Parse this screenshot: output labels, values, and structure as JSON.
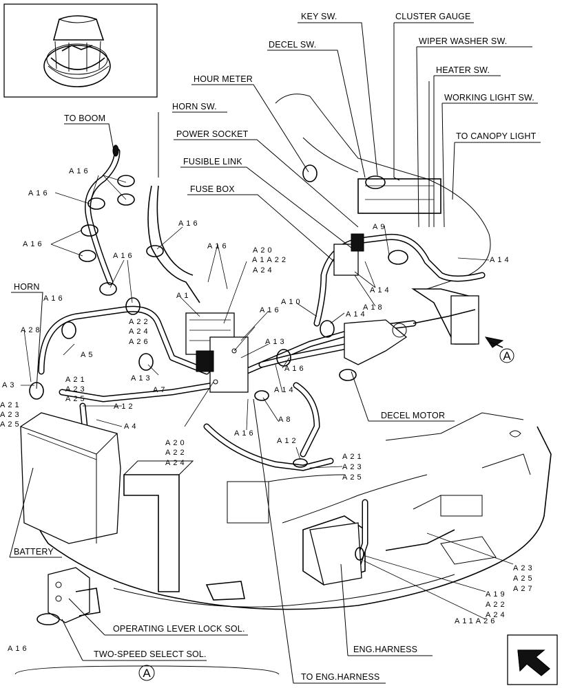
{
  "callouts": {
    "key_sw": "KEY SW.",
    "cluster_gauge": "CLUSTER GAUGE",
    "decel_sw": "DECEL SW.",
    "wiper_washer_sw": "WIPER WASHER SW.",
    "heater_sw": "HEATER SW.",
    "hour_meter": "HOUR METER",
    "working_light_sw": "WORKING LIGHT SW.",
    "horn_sw": "HORN SW.",
    "to_canopy_light": "TO CANOPY LIGHT",
    "to_boom": "TO BOOM",
    "power_socket": "POWER SOCKET",
    "fusible_link": "FUSIBLE LINK",
    "fuse_box": "FUSE BOX",
    "horn": "HORN",
    "decel_motor": "DECEL MOTOR",
    "battery": "BATTERY",
    "operating_lever_lock_sol": "OPERATING LEVER LOCK SOL.",
    "two_speed_select_sol": "TWO-SPEED SELECT SOL.",
    "eng_harness": "ENG.HARNESS",
    "to_eng_harness": "TO ENG.HARNESS"
  },
  "view_marker": "A",
  "refs": {
    "a16_boom": "A16",
    "a16_left": "A16",
    "a16_left2": "A16",
    "a16_hornsw": "A16",
    "a16_mid": "A16",
    "a16_fuse": "A16",
    "a16_horn": "A16",
    "a16_right": "A16",
    "a16_center": "A16",
    "a16_center2": "A16",
    "a16_bottom": "A16",
    "a20_top": "A20",
    "a1_a22": "A1A22",
    "a24_top": "A24",
    "a1": "A1",
    "a22_mid": "A22",
    "a24_mid": "A24",
    "a26_mid": "A26",
    "a28": "A28",
    "a3": "A3",
    "a5": "A5",
    "a7": "A7",
    "a13_left": "A13",
    "a13_right": "A13",
    "a12_left": "A12",
    "a12_right": "A12",
    "a4": "A4",
    "a21_left": "A21",
    "a23_left": "A23",
    "a25_left": "A25",
    "a21_b": "A21",
    "a23_b": "A23",
    "a25_b": "A25",
    "a20_low": "A20",
    "a22_low": "A22",
    "a24_low": "A24",
    "a9": "A9",
    "a10": "A10",
    "a14_top": "A14",
    "a14_mid": "A14",
    "a14_low": "A14",
    "a14_center": "A14",
    "a18": "A18",
    "a8": "A8",
    "a21_right": "A21",
    "a23_right": "A23",
    "a25_right": "A25",
    "a23_far": "A23",
    "a25_far": "A25",
    "a27_far": "A27",
    "a19": "A19",
    "a22_far": "A22",
    "a24_far": "A24",
    "a11_a26": "A11A26"
  },
  "icons": [
    "machine-overview-thumbnail",
    "orientation-arrow-icon",
    "view-arrow-icon"
  ]
}
